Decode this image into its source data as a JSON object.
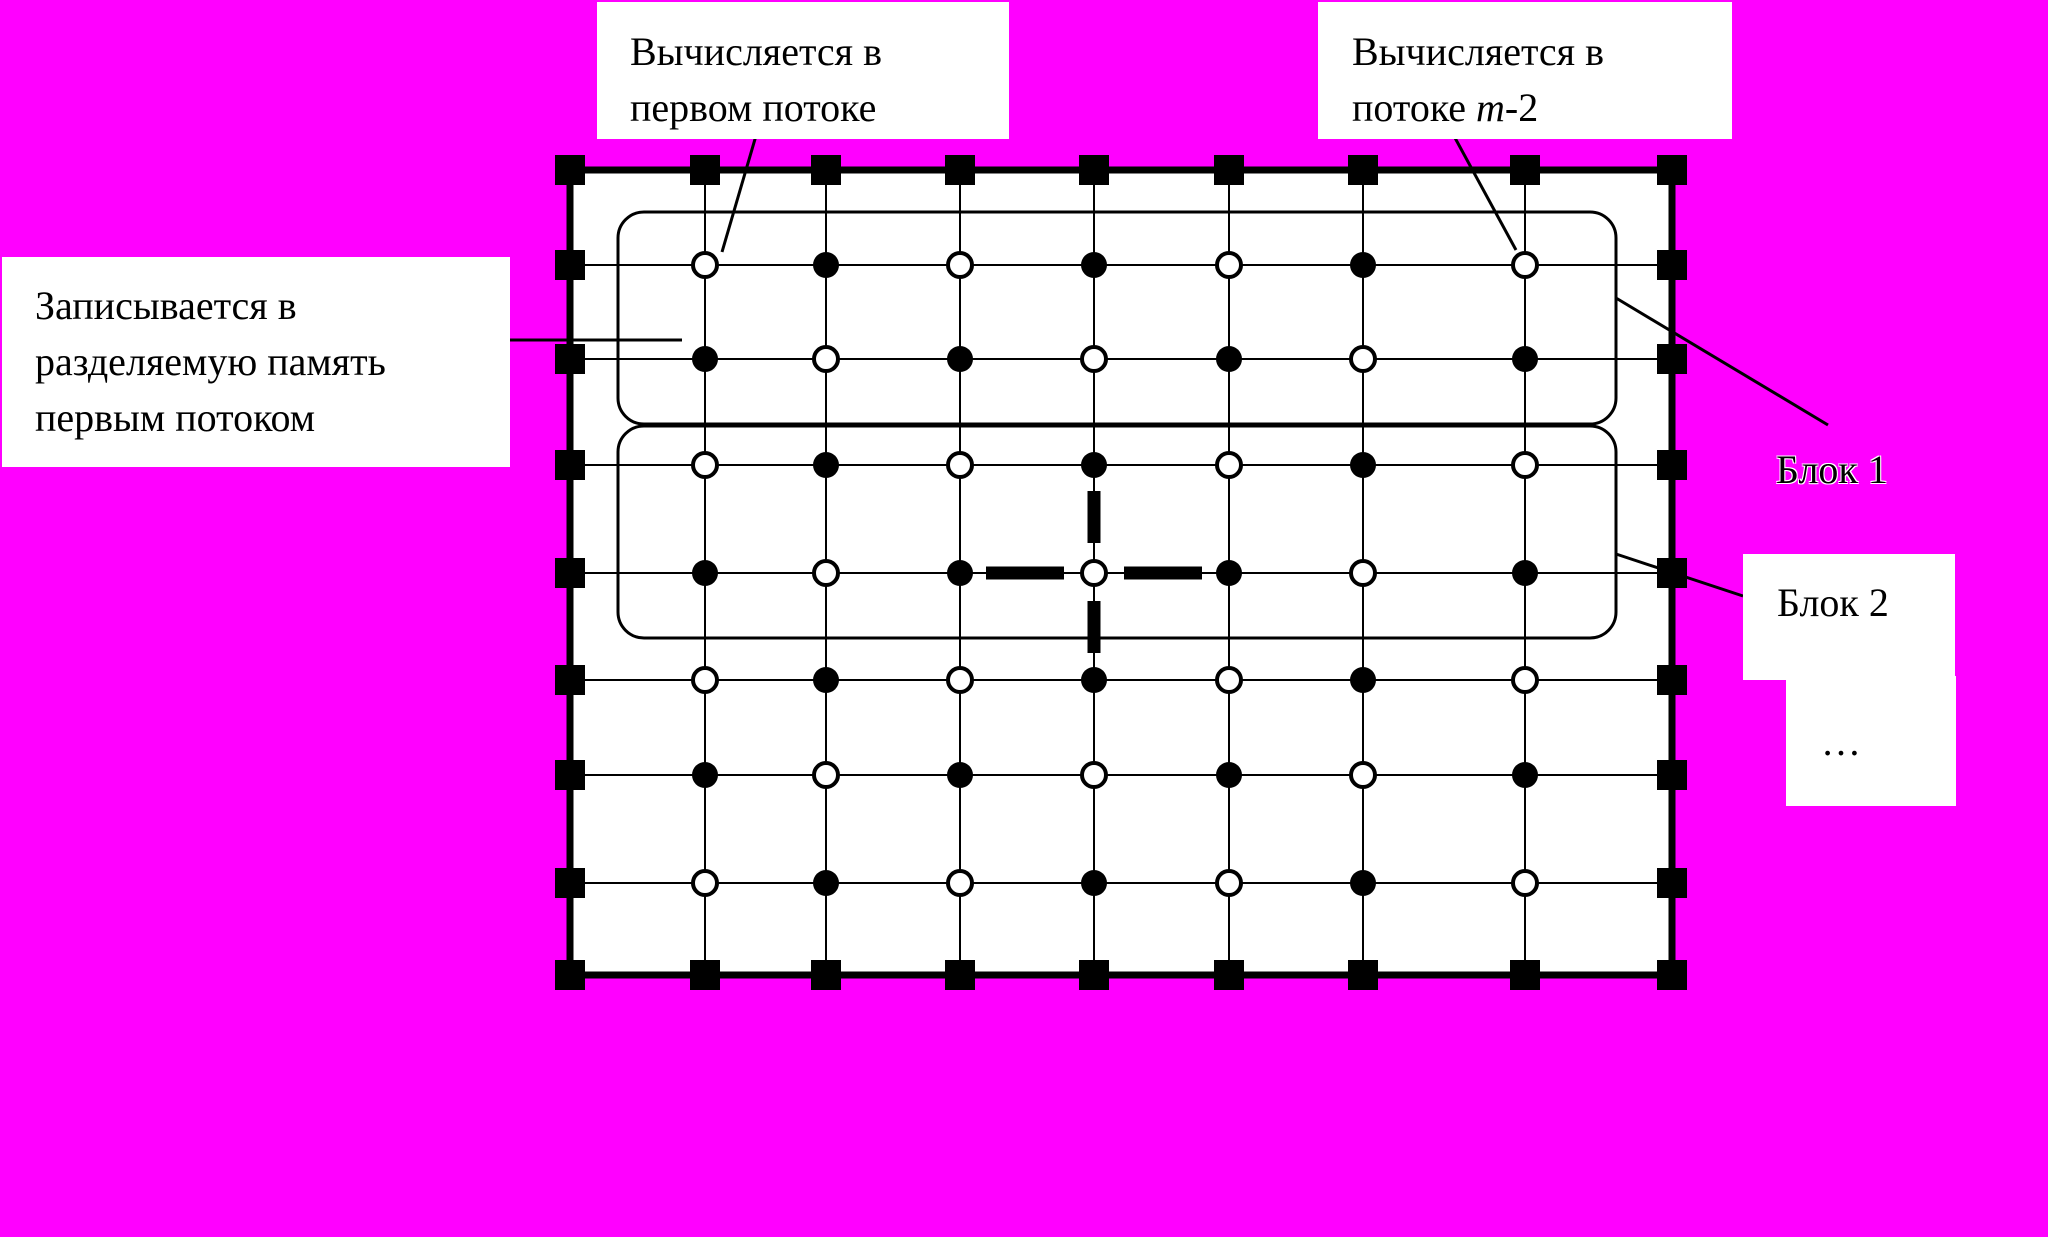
{
  "colors": {
    "background": "#ff00ff",
    "grid_fill": "#ffffff",
    "ink": "#000000"
  },
  "grid": {
    "columns": 9,
    "rows": 9,
    "boundary_node_shape": "square",
    "interior_node_pattern": [
      [
        "open",
        "filled",
        "open",
        "filled",
        "open",
        "filled",
        "open"
      ],
      [
        "filled",
        "open",
        "filled",
        "open",
        "filled",
        "open",
        "filled"
      ],
      [
        "open",
        "filled",
        "open",
        "filled",
        "open",
        "filled",
        "open"
      ],
      [
        "filled",
        "open",
        "filled",
        "open",
        "filled",
        "open",
        "filled"
      ],
      [
        "open",
        "filled",
        "open",
        "filled",
        "open",
        "filled",
        "open"
      ],
      [
        "filled",
        "open",
        "filled",
        "open",
        "filled",
        "open",
        "filled"
      ],
      [
        "open",
        "filled",
        "open",
        "filled",
        "open",
        "filled",
        "open"
      ]
    ],
    "blocks": [
      {
        "name": "block-1",
        "interior_rows": [
          1,
          2
        ]
      },
      {
        "name": "block-2",
        "interior_rows": [
          3,
          4
        ]
      }
    ],
    "stencil_center": {
      "row": 4,
      "col": 4
    }
  },
  "labels": {
    "first_thread": {
      "line1": "Вычисляется в",
      "line2": "первом потоке"
    },
    "thread_m2": {
      "line1": "Вычисляется в",
      "line2_prefix": "потоке ",
      "line2_var": "m",
      "line2_suffix": "-2"
    },
    "shared_memory": {
      "line1": "Записывается в",
      "line2": "разделяемую память",
      "line3": "первым потоком"
    },
    "block1": "Блок 1",
    "block2": "Блок 2",
    "ellipsis": "…"
  }
}
